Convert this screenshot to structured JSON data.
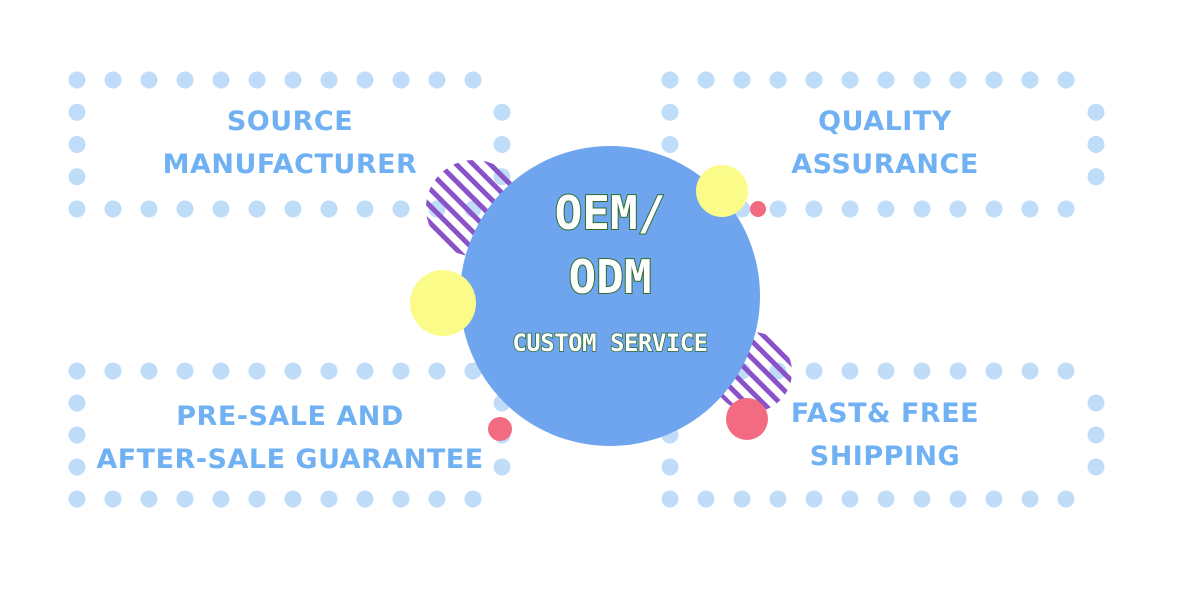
{
  "features": {
    "top_left": {
      "line1": "SOURCE",
      "line2": "MANUFACTURER"
    },
    "top_right": {
      "line1": "QUALITY",
      "line2": "ASSURANCE"
    },
    "bottom_left": {
      "line1": "PRE-SALE AND",
      "line2": "AFTER-SALE GUARANTEE"
    },
    "bottom_right": {
      "line1": "FAST& FREE",
      "line2": "SHIPPING"
    }
  },
  "center": {
    "line1": "OEM/",
    "line2": "ODM",
    "subtitle": "CUSTOM SERVICE"
  },
  "colors": {
    "dot": "#bfdcf9",
    "label": "#6fb1f2",
    "circle": "#6fa5ee",
    "yellow": "#fbfb8a",
    "pink": "#f26b80",
    "stripe": "#8a52c8"
  }
}
